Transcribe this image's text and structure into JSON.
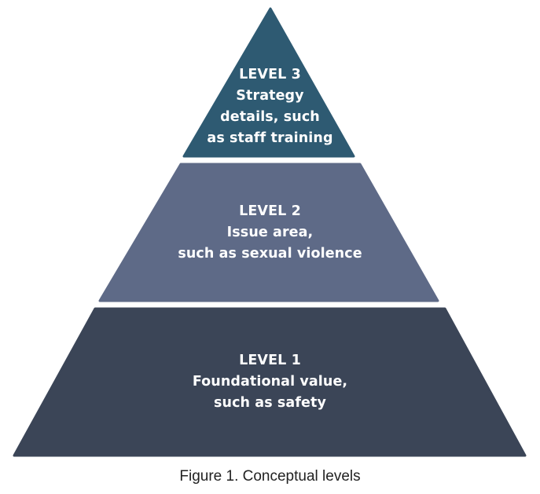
{
  "pyramid": {
    "levels": [
      {
        "heading": "LEVEL 3",
        "lines": [
          "Strategy",
          "details, such",
          "as staff training"
        ],
        "color": "#2e5a72"
      },
      {
        "heading": "LEVEL 2",
        "lines": [
          "Issue area,",
          "such as sexual violence"
        ],
        "color": "#5e6a87"
      },
      {
        "heading": "LEVEL 1",
        "lines": [
          "Foundational value,",
          "such as safety"
        ],
        "color": "#3b4557"
      }
    ]
  },
  "caption": "Figure 1. Conceptual levels"
}
